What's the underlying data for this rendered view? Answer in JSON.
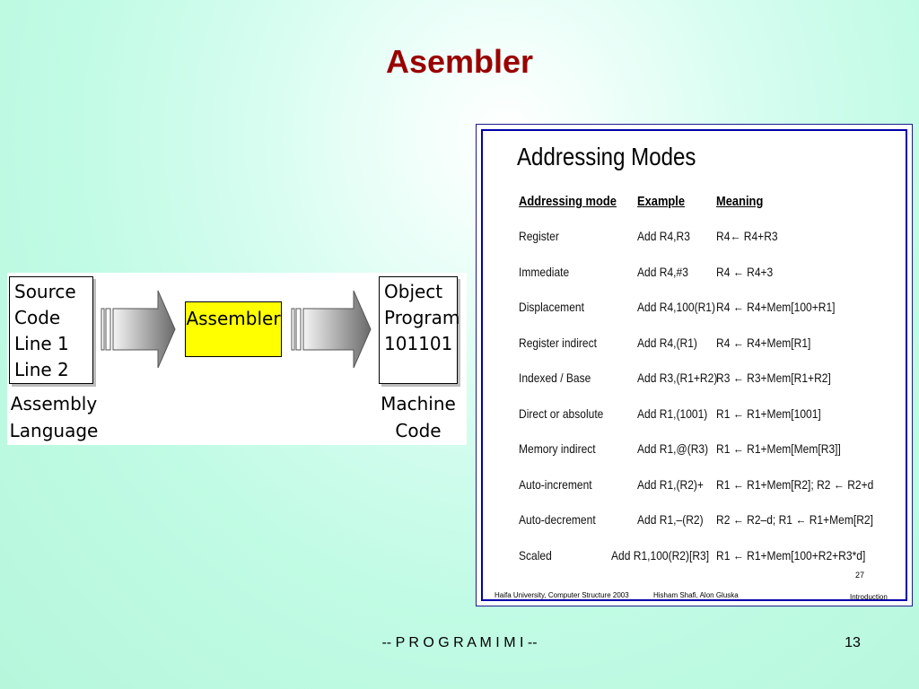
{
  "slide": {
    "title": "Asembler",
    "footer": "-- P R O G R A M I M I --",
    "page_number": "13"
  },
  "diagram": {
    "source_lines": [
      "Source",
      "Code",
      "Line 1",
      "Line 2"
    ],
    "source_caption": [
      "Assembly",
      "Language"
    ],
    "assembler_label": "Assembler",
    "object_lines": [
      "Object",
      "Program",
      "101101"
    ],
    "object_caption": [
      "Machine",
      "Code"
    ],
    "colors": {
      "assembler_fill": "#ffff00",
      "arrow_dark": "#6a6a6a",
      "arrow_light": "#f4f4f4"
    }
  },
  "addressing_modes": {
    "heading": "Addressing Modes",
    "columns": [
      "Addressing mode",
      "Example",
      "Meaning"
    ],
    "rows": [
      [
        "Register",
        "Add R4,R3",
        "R4← R4+R3"
      ],
      [
        "Immediate",
        "Add R4,#3",
        "R4 ← R4+3"
      ],
      [
        "Displacement",
        "Add R4,100(R1)",
        "R4 ← R4+Mem[100+R1]"
      ],
      [
        "Register indirect",
        "Add R4,(R1)",
        "R4 ← R4+Mem[R1]"
      ],
      [
        "Indexed / Base",
        "Add R3,(R1+R2)",
        "R3 ← R3+Mem[R1+R2]"
      ],
      [
        "Direct or absolute",
        "Add R1,(1001)",
        "R1 ← R1+Mem[1001]"
      ],
      [
        "Memory indirect",
        "Add R1,@(R3)",
        "R1 ← R1+Mem[Mem[R3]]"
      ],
      [
        "Auto-increment",
        "Add R1,(R2)+",
        "R1 ← R1+Mem[R2]; R2 ← R2+d"
      ],
      [
        "Auto-decrement",
        "Add R1,–(R2)",
        "R2 ← R2–d; R1 ← R1+Mem[R2]"
      ],
      [
        "Scaled",
        "Add R1,100(R2)[R3]",
        "R1 ← R1+Mem[100+R2+R3*d]"
      ]
    ],
    "slide_number": "27",
    "footer_left": "Haifa University, Computer Structure 2003",
    "footer_center": "Hisham Shafi, Alon Gluska",
    "footer_right": "Introduction"
  }
}
